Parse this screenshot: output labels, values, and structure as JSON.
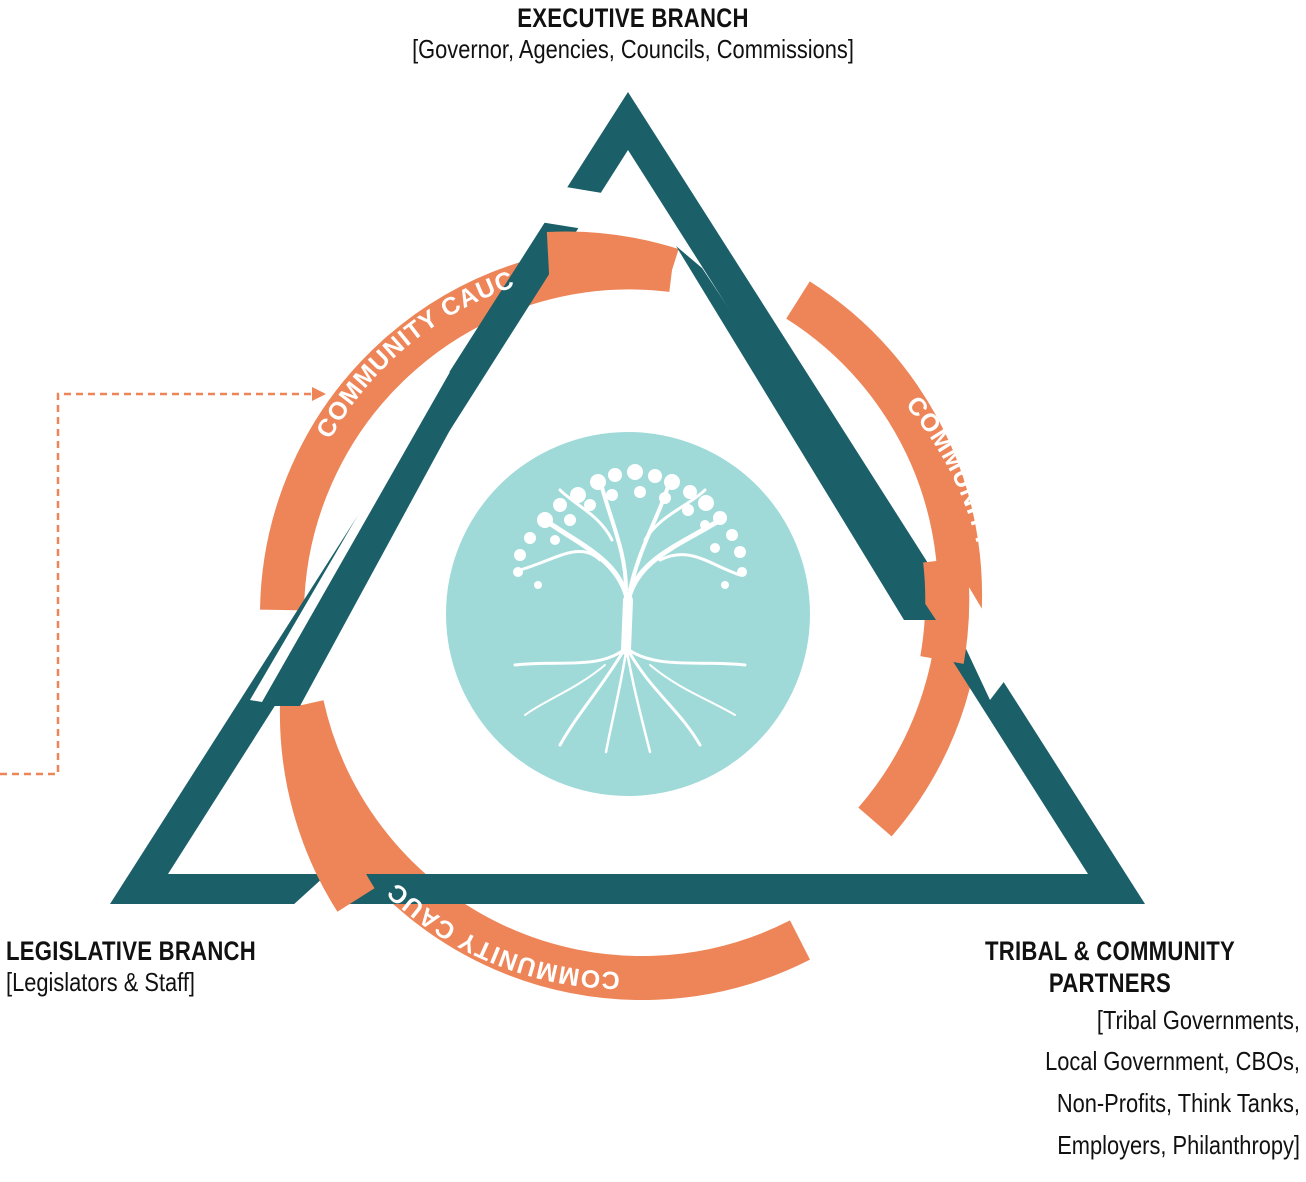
{
  "executive": {
    "title": "EXECUTIVE BRANCH",
    "subtitle": "[Governor, Agencies, Councils, Commissions]"
  },
  "legislative": {
    "title": "LEGISLATIVE BRANCH",
    "subtitle": "[Legislators & Staff]"
  },
  "tribal": {
    "title_line1": "TRIBAL & COMMUNITY",
    "title_line2": "PARTNERS",
    "subtitle_lines": [
      "[Tribal Governments,",
      "Local Government, CBOs,",
      "Non-Profits, Think Tanks,",
      "Employers, Philanthropy]"
    ]
  },
  "caucus": {
    "left_label": "COMMUNITY CAUCUS",
    "right_label": "COMMUNITY CAUCUS",
    "bottom_label": "COMMUNITY CAUCUS"
  },
  "colors": {
    "triangle": "#1b5f69",
    "ring": "#ee8558",
    "center_circle": "#9fdad9",
    "tree": "#ffffff",
    "dashed_connector": "#ee8558"
  },
  "icons": {
    "center": "tree-of-life-icon",
    "connector_arrow": "arrow-right-icon"
  }
}
